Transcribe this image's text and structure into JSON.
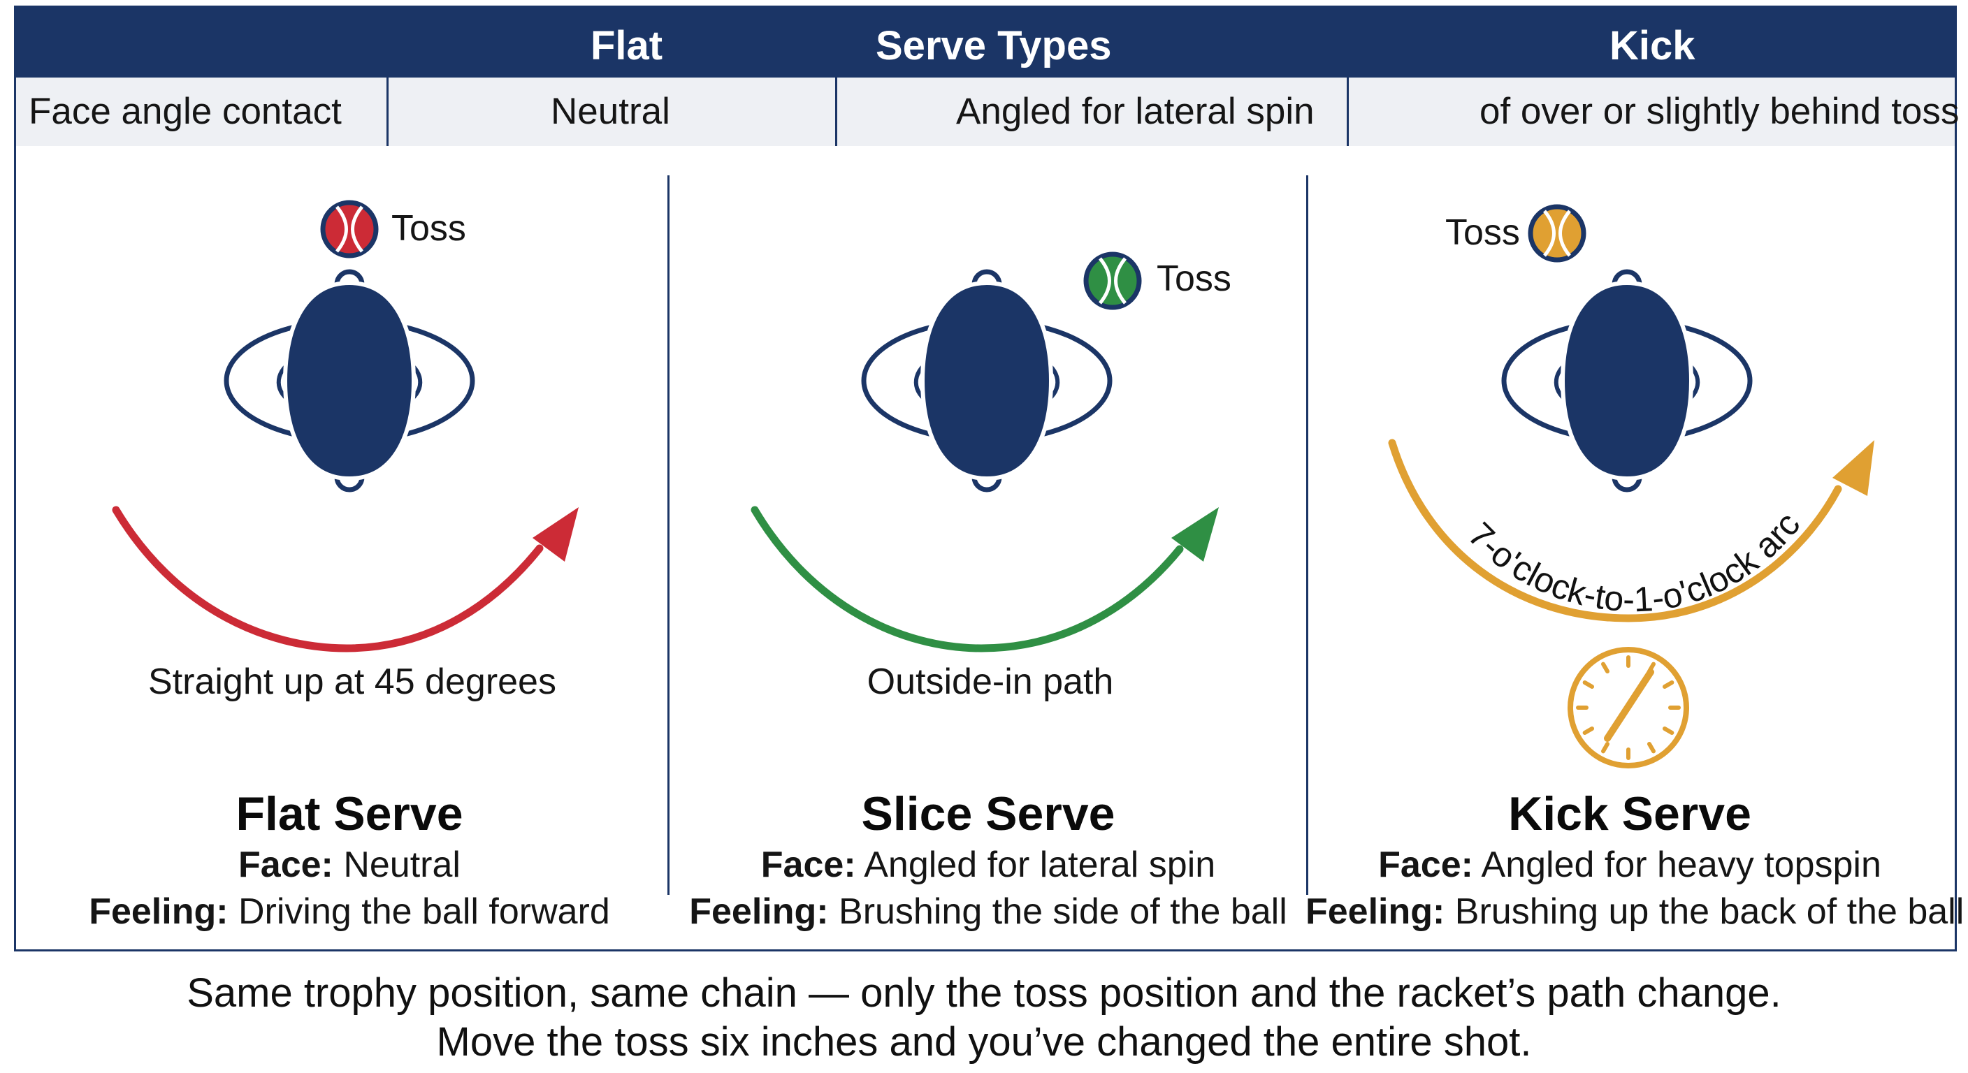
{
  "header": {
    "flat": "Flat",
    "title": "Serve Types",
    "kick": "Kick"
  },
  "subrow": {
    "label": "Face angle contact",
    "flat": "Neutral",
    "slice": "Angled for lateral spin",
    "kick": "of over or slightly behind toss"
  },
  "colors": {
    "navy": "#1b3566",
    "flat": "#cc2b36",
    "slice": "#2f8f44",
    "kick": "#e0a032"
  },
  "panels": [
    {
      "toss": "Toss",
      "path": "Straight up at 45 degrees",
      "title": "Flat Serve",
      "face_key": "Face:",
      "face_val": "Neutral",
      "feel_key": "Feeling:",
      "feel_val": "Driving the ball forward"
    },
    {
      "toss": "Toss",
      "path": "Outside-in path",
      "title": "Slice Serve",
      "face_key": "Face:",
      "face_val": "Angled for lateral spin",
      "feel_key": "Feeling:",
      "feel_val": "Brushing the side of the ball"
    },
    {
      "toss": "Toss",
      "arc_label": "7-o'clock-to-1-o'clock arc",
      "title": "Kick Serve",
      "face_key": "Face:",
      "face_val": "Angled for heavy topspin",
      "feel_key": "Feeling:",
      "feel_val": "Brushing up the back of the ball"
    }
  ],
  "icons": [
    "tennis-ball-icon",
    "player-head-icon",
    "swing-arrow-icon",
    "clock-icon"
  ],
  "footer": {
    "line1": "Same trophy position, same chain — only the toss position and the racket’s path change.",
    "line2": "Move the toss six inches and you’ve changed the entire shot."
  }
}
